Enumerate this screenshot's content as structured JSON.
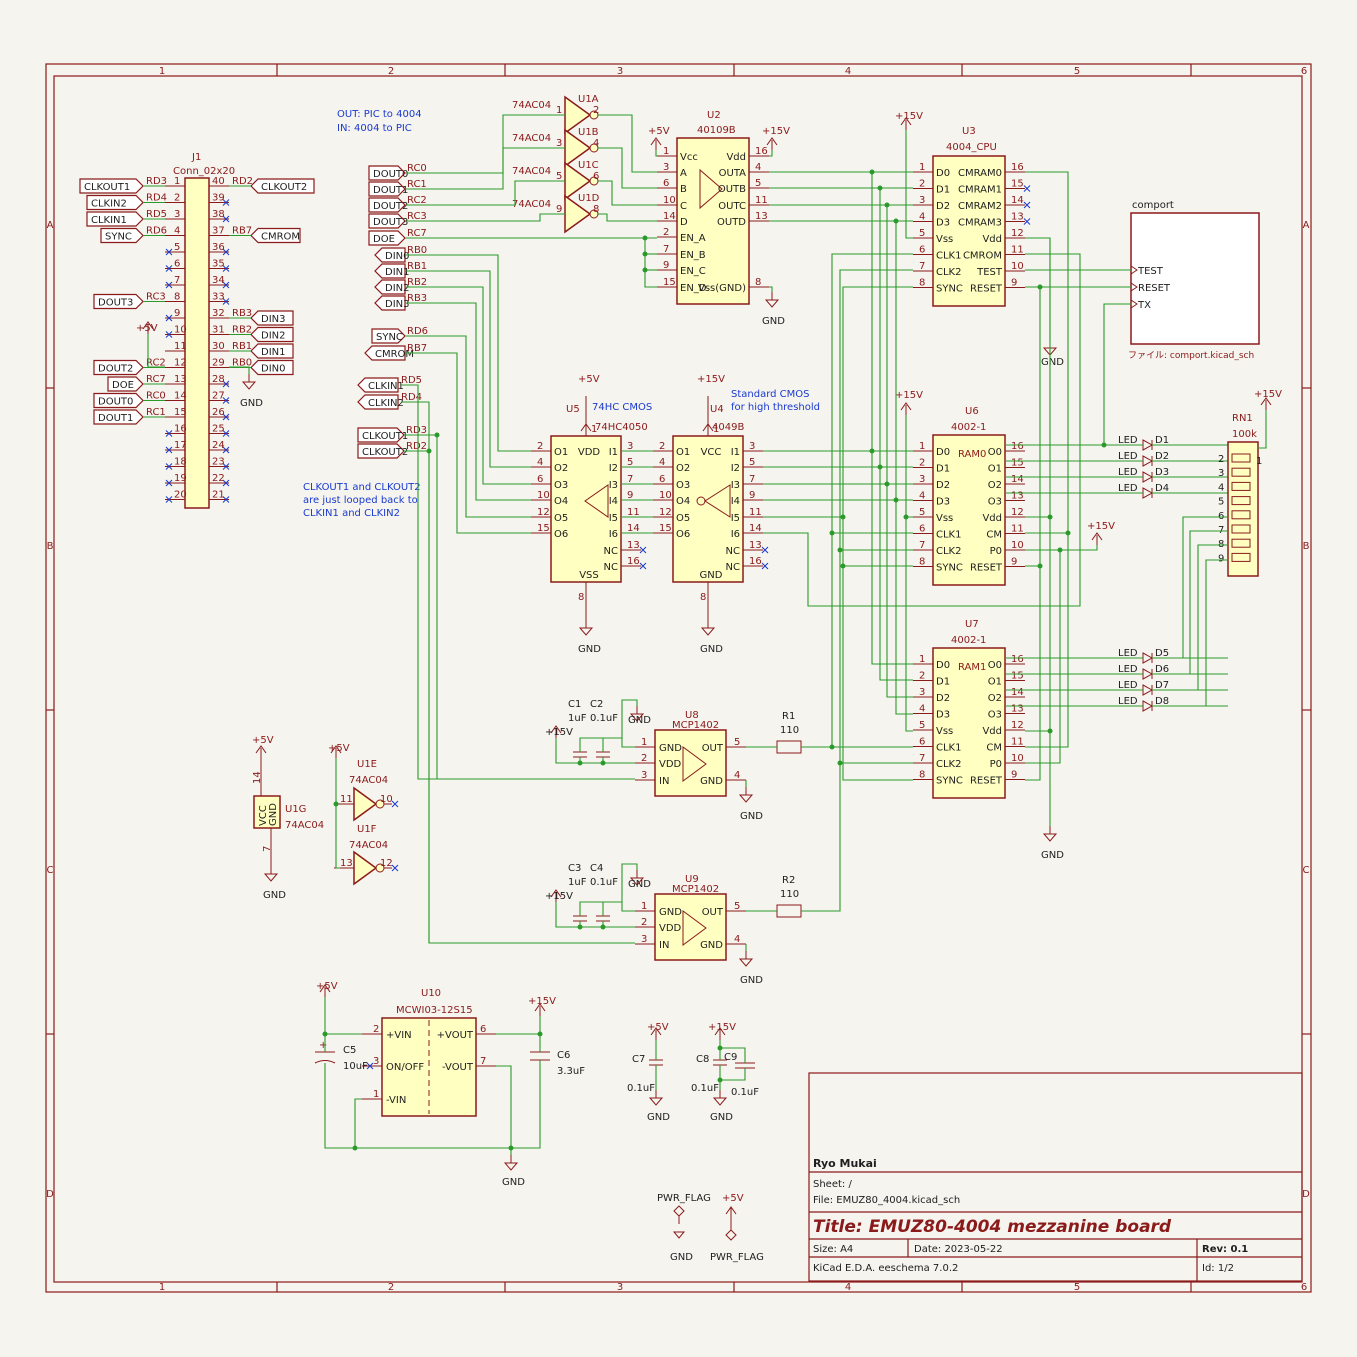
{
  "frame": {
    "cols": [
      "1",
      "2",
      "3",
      "4",
      "5",
      "6"
    ],
    "rows": [
      "A",
      "B",
      "C",
      "D"
    ]
  },
  "notes": {
    "out_in_1": "OUT: PIC to 4004",
    "out_in_2": "IN: 4004 to PIC",
    "loop_1": "CLKOUT1 and CLKOUT2",
    "loop_2": "are just looped back to",
    "loop_3": "CLKIN1 and CLKIN2",
    "u5_note": "74HC CMOS",
    "u4_note_1": "Standard CMOS",
    "u4_note_2": "for high threshold"
  },
  "j1": {
    "ref": "J1",
    "value": "Conn_02x20",
    "left_labels": [
      "CLKOUT1",
      "CLKIN2",
      "CLKIN1",
      "SYNC",
      "",
      "",
      "",
      "DOUT3",
      "",
      "",
      "",
      "DOUT2",
      "DOE",
      "DOUT0",
      "DOUT1",
      "",
      "",
      "",
      "",
      ""
    ],
    "left_nets": [
      "RD3",
      "RD4",
      "RD5",
      "RD6",
      "",
      "",
      "",
      "RC3",
      "",
      "",
      "",
      "RC2",
      "RC7",
      "RC0",
      "RC1",
      "",
      "",
      "",
      "",
      ""
    ],
    "right_labels": [
      "CLKOUT2",
      "",
      "",
      "CMROM",
      "",
      "",
      "",
      "",
      "DIN3",
      "DIN2",
      "DIN1",
      "DIN0",
      "",
      "",
      "",
      "",
      "",
      "",
      "",
      ""
    ],
    "right_nets": [
      "RD2",
      "",
      "",
      "RB7",
      "",
      "",
      "",
      "",
      "RB3",
      "RB2",
      "RB1",
      "RB0",
      "",
      "",
      "",
      "",
      "",
      "",
      "",
      ""
    ],
    "left_pins": [
      "1",
      "2",
      "3",
      "4",
      "5",
      "6",
      "7",
      "8",
      "9",
      "10",
      "11",
      "12",
      "13",
      "14",
      "15",
      "16",
      "17",
      "18",
      "19",
      "20"
    ],
    "right_pins": [
      "40",
      "39",
      "38",
      "37",
      "36",
      "35",
      "34",
      "33",
      "32",
      "31",
      "30",
      "29",
      "28",
      "27",
      "26",
      "25",
      "24",
      "23",
      "22",
      "21"
    ]
  },
  "u1": {
    "a": {
      "ref": "U1A",
      "value": "74AC04",
      "in": "1",
      "out": "2"
    },
    "b": {
      "ref": "U1B",
      "value": "74AC04",
      "in": "3",
      "out": "4"
    },
    "c": {
      "ref": "U1C",
      "value": "74AC04",
      "in": "5",
      "out": "6"
    },
    "d": {
      "ref": "U1D",
      "value": "74AC04",
      "in": "9",
      "out": "8"
    },
    "e": {
      "ref": "U1E",
      "value": "74AC04",
      "in": "11",
      "out": "10"
    },
    "f": {
      "ref": "U1F",
      "value": "74AC04",
      "in": "13",
      "out": "12"
    },
    "g": {
      "ref": "U1G",
      "value": "74AC04",
      "vcc": "VCC",
      "gnd": "GND",
      "p14": "14",
      "p7": "7"
    }
  },
  "global_labels_mid": {
    "dout": [
      "DOUT0",
      "DOUT1",
      "DOUT2",
      "DOUT3",
      "DOE"
    ],
    "dout_nets": [
      "RC0",
      "RC1",
      "RC2",
      "RC3",
      "RC7"
    ],
    "din": [
      "DIN0",
      "DIN1",
      "DIN2",
      "DIN3"
    ],
    "din_nets": [
      "RB0",
      "RB1",
      "RB2",
      "RB3"
    ],
    "sync": [
      "SYNC",
      "CMROM"
    ],
    "sync_nets": [
      "RD6",
      "RB7"
    ],
    "clk": [
      "CLKIN1",
      "CLKIN2",
      "CLKOUT1",
      "CLKOUT2"
    ],
    "clk_nets": [
      "RD5",
      "RD4",
      "RD3",
      "RD2"
    ]
  },
  "u2": {
    "ref": "U2",
    "value": "40109B",
    "left_pins": [
      [
        "1",
        "Vcc"
      ],
      [
        "3",
        "A"
      ],
      [
        "6",
        "B"
      ],
      [
        "10",
        "C"
      ],
      [
        "14",
        "D"
      ],
      [
        "2",
        "EN_A"
      ],
      [
        "7",
        "EN_B"
      ],
      [
        "9",
        "EN_C"
      ],
      [
        "15",
        "EN_D"
      ]
    ],
    "right_pins": [
      [
        "16",
        "Vdd"
      ],
      [
        "4",
        "OUTA"
      ],
      [
        "5",
        "OUTB"
      ],
      [
        "11",
        "OUTC"
      ],
      [
        "13",
        "OUTD"
      ],
      [
        "8",
        "Vss(GND)"
      ]
    ],
    "p5v": "+5V",
    "p15v": "+15V",
    "gnd": "GND"
  },
  "u3": {
    "ref": "U3",
    "value": "4004_CPU",
    "left_pins": [
      [
        "1",
        "D0"
      ],
      [
        "2",
        "D1"
      ],
      [
        "3",
        "D2"
      ],
      [
        "4",
        "D3"
      ],
      [
        "5",
        "Vss"
      ],
      [
        "6",
        "CLK1"
      ],
      [
        "7",
        "CLK2"
      ],
      [
        "8",
        "SYNC"
      ]
    ],
    "right_pins": [
      [
        "16",
        "CMRAM0"
      ],
      [
        "15",
        "CMRAM1"
      ],
      [
        "14",
        "CMRAM2"
      ],
      [
        "13",
        "CMRAM3"
      ],
      [
        "12",
        "Vdd"
      ],
      [
        "11",
        "CMROM"
      ],
      [
        "10",
        "TEST"
      ],
      [
        "9",
        "RESET"
      ]
    ],
    "p15v": "+15V",
    "gnd": "GND"
  },
  "u6": {
    "ref": "U6",
    "value": "4002-1",
    "tag": "RAM0",
    "left_pins": [
      [
        "1",
        "D0"
      ],
      [
        "2",
        "D1"
      ],
      [
        "3",
        "D2"
      ],
      [
        "4",
        "D3"
      ],
      [
        "5",
        "Vss"
      ],
      [
        "6",
        "CLK1"
      ],
      [
        "7",
        "CLK2"
      ],
      [
        "8",
        "SYNC"
      ]
    ],
    "right_pins": [
      [
        "16",
        "O0"
      ],
      [
        "15",
        "O1"
      ],
      [
        "14",
        "O2"
      ],
      [
        "13",
        "O3"
      ],
      [
        "12",
        "Vdd"
      ],
      [
        "11",
        "CM"
      ],
      [
        "10",
        "P0"
      ],
      [
        "9",
        "RESET"
      ]
    ],
    "p15v": "+15V"
  },
  "u7": {
    "ref": "U7",
    "value": "4002-1",
    "tag": "RAM1",
    "left_pins": [
      [
        "1",
        "D0"
      ],
      [
        "2",
        "D1"
      ],
      [
        "3",
        "D2"
      ],
      [
        "4",
        "D3"
      ],
      [
        "5",
        "Vss"
      ],
      [
        "6",
        "CLK1"
      ],
      [
        "7",
        "CLK2"
      ],
      [
        "8",
        "SYNC"
      ]
    ],
    "right_pins": [
      [
        "16",
        "O0"
      ],
      [
        "15",
        "O1"
      ],
      [
        "14",
        "O2"
      ],
      [
        "13",
        "O3"
      ],
      [
        "12",
        "Vdd"
      ],
      [
        "11",
        "CM"
      ],
      [
        "10",
        "P0"
      ],
      [
        "9",
        "RESET"
      ]
    ],
    "gnd": "GND"
  },
  "comport": {
    "title": "comport",
    "pins": [
      "TEST",
      "RESET",
      "TX"
    ],
    "file": "ファイル: comport.kicad_sch"
  },
  "u5": {
    "ref": "U5",
    "value": "74HC4050",
    "left_pins": [
      [
        "2",
        "O1"
      ],
      [
        "4",
        "O2"
      ],
      [
        "6",
        "O3"
      ],
      [
        "10",
        "O4"
      ],
      [
        "12",
        "O5"
      ],
      [
        "15",
        "O6"
      ]
    ],
    "right_pins": [
      [
        "3",
        "I1"
      ],
      [
        "5",
        "I2"
      ],
      [
        "7",
        "I3"
      ],
      [
        "9",
        "I4"
      ],
      [
        "11",
        "I5"
      ],
      [
        "14",
        "I6"
      ],
      [
        "13",
        "NC"
      ],
      [
        "16",
        "NC"
      ]
    ],
    "vdd": "VDD",
    "vss": "VSS",
    "p1": "1",
    "p8": "8",
    "p5v": "+5V",
    "gnd": "GND"
  },
  "u4": {
    "ref": "U4",
    "value": "4049B",
    "left_pins": [
      [
        "2",
        "O1"
      ],
      [
        "4",
        "O2"
      ],
      [
        "6",
        "O3"
      ],
      [
        "10",
        "O4"
      ],
      [
        "12",
        "O5"
      ],
      [
        "15",
        "O6"
      ]
    ],
    "right_pins": [
      [
        "3",
        "I1"
      ],
      [
        "5",
        "I2"
      ],
      [
        "7",
        "I3"
      ],
      [
        "9",
        "I4"
      ],
      [
        "11",
        "I5"
      ],
      [
        "14",
        "I6"
      ],
      [
        "13",
        "NC"
      ],
      [
        "16",
        "NC"
      ]
    ],
    "vcc": "VCC",
    "gnd_lbl": "GND",
    "p1": "1",
    "p8": "8",
    "p15v": "+15V",
    "gnd": "GND"
  },
  "leds": {
    "top": [
      [
        "LED",
        "D1"
      ],
      [
        "LED",
        "D2"
      ],
      [
        "LED",
        "D3"
      ],
      [
        "LED",
        "D4"
      ]
    ],
    "bottom": [
      [
        "LED",
        "D5"
      ],
      [
        "LED",
        "D6"
      ],
      [
        "LED",
        "D7"
      ],
      [
        "LED",
        "D8"
      ]
    ]
  },
  "rn1": {
    "ref": "RN1",
    "value": "100k",
    "pins": [
      "1",
      "2",
      "3",
      "4",
      "5",
      "6",
      "7",
      "8",
      "9"
    ],
    "p15v": "+15V"
  },
  "u8": {
    "ref": "U8",
    "value": "MCP1402",
    "left_pins": [
      [
        "1",
        "GND"
      ],
      [
        "2",
        "VDD"
      ],
      [
        "3",
        "IN"
      ]
    ],
    "right_pins": [
      [
        "5",
        "OUT"
      ],
      [
        "4",
        "GND"
      ]
    ],
    "c1": [
      "C1",
      "1uF"
    ],
    "c2": [
      "C2",
      "0.1uF"
    ],
    "p15v": "+15V",
    "gnd": "GND",
    "r": [
      "R1",
      "110"
    ]
  },
  "u9": {
    "ref": "U9",
    "value": "MCP1402",
    "left_pins": [
      [
        "1",
        "GND"
      ],
      [
        "2",
        "VDD"
      ],
      [
        "3",
        "IN"
      ]
    ],
    "right_pins": [
      [
        "5",
        "OUT"
      ],
      [
        "4",
        "GND"
      ]
    ],
    "c1": [
      "C3",
      "1uF"
    ],
    "c2": [
      "C4",
      "0.1uF"
    ],
    "p15v": "+15V",
    "gnd": "GND",
    "r": [
      "R2",
      "110"
    ]
  },
  "u10": {
    "ref": "U10",
    "value": "MCWI03-12S15",
    "left_pins": [
      [
        "2",
        "+VIN"
      ],
      [
        "3",
        "ON/OFF"
      ],
      [
        "1",
        "-VIN"
      ]
    ],
    "right_pins": [
      [
        "6",
        "+VOUT"
      ],
      [
        "7",
        "-VOUT"
      ]
    ],
    "c5": [
      "C5",
      "10uF"
    ],
    "c6": [
      "C6",
      "3.3uF"
    ],
    "p5v": "+5V",
    "p15v": "+15V",
    "gnd": "GND"
  },
  "caps": {
    "c7": [
      "C7",
      "0.1uF"
    ],
    "c8": [
      "C8",
      "0.1uF"
    ],
    "c9": [
      "C9",
      "0.1uF"
    ],
    "p5v": "+5V",
    "p15v": "+15V",
    "gnd": "GND"
  },
  "power": {
    "p5v": "+5V",
    "gnd": "GND",
    "pwr": "PWR_FLAG"
  },
  "titleblock": {
    "author": "Ryo Mukai",
    "sheet": "Sheet: /",
    "file": "File: EMUZ80_4004.kicad_sch",
    "title": "Title: EMUZ80-4004 mezzanine board",
    "size": "Size: A4",
    "date": "Date: 2023-05-22",
    "rev": "Rev: 0.1",
    "tool": "KiCad E.D.A.  eeschema 7.0.2",
    "id": "Id: 1/2"
  },
  "colors": {
    "frame": "#8b1a1a",
    "wire": "#2a9a2a",
    "component_fill": "#ffffc2",
    "note": "#1a3ad0",
    "background": "#f5f4ef"
  }
}
